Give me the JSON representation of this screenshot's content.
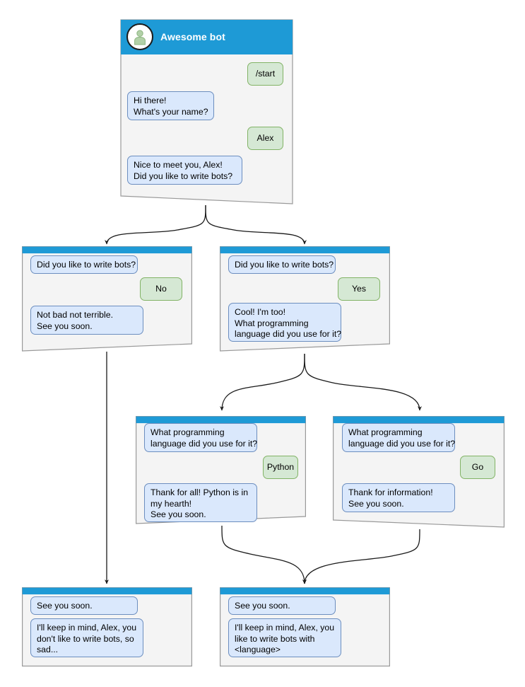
{
  "diagram": {
    "title": "Awesome bot chatbot conversation flow",
    "colors": {
      "titlebar": "#1e9ad6",
      "node_body": "#f4f4f4",
      "node_border": "#999999",
      "bot_bubble_fill": "#dae8fc",
      "bot_bubble_border": "#6c8ebf",
      "user_bubble_fill": "#d5e8d4",
      "user_bubble_border": "#82b366",
      "edge": "#1a1a1a",
      "avatar_person": "#b2d1a8",
      "title_text": "#ffffff"
    }
  },
  "nodes": [
    {
      "id": "root",
      "name": "node-root",
      "header": {
        "title": "Awesome bot",
        "avatar_icon": "person-avatar-icon",
        "has_avatar": true
      },
      "messages": [
        {
          "role": "user",
          "text": "/start"
        },
        {
          "role": "bot",
          "text": "Hi there!\nWhat's your name?"
        },
        {
          "role": "user",
          "text": "Alex"
        },
        {
          "role": "bot",
          "text": "Nice to meet you, Alex!\nDid you like to write bots?"
        }
      ]
    },
    {
      "id": "no-branch",
      "name": "node-no-branch",
      "header": {
        "title": "",
        "has_avatar": false
      },
      "messages": [
        {
          "role": "bot",
          "text": "Did you like to write bots?"
        },
        {
          "role": "user",
          "text": "No"
        },
        {
          "role": "bot",
          "text": "Not bad not terrible.\nSee you soon."
        }
      ]
    },
    {
      "id": "yes-branch",
      "name": "node-yes-branch",
      "header": {
        "title": "",
        "has_avatar": false
      },
      "messages": [
        {
          "role": "bot",
          "text": "Did you like to write bots?"
        },
        {
          "role": "user",
          "text": "Yes"
        },
        {
          "role": "bot",
          "text": "Cool! I'm too!\nWhat programming\nlanguage did you use for it?"
        }
      ]
    },
    {
      "id": "python-branch",
      "name": "node-python-branch",
      "header": {
        "title": "",
        "has_avatar": false
      },
      "messages": [
        {
          "role": "bot",
          "text": "What programming\nlanguage did you use for it?"
        },
        {
          "role": "user",
          "text": "Python"
        },
        {
          "role": "bot",
          "text": "Thank for all! Python is in\nmy hearth!\nSee you soon."
        }
      ]
    },
    {
      "id": "go-branch",
      "name": "node-go-branch",
      "header": {
        "title": "",
        "has_avatar": false
      },
      "messages": [
        {
          "role": "bot",
          "text": "What programming\nlanguage did you use for it?"
        },
        {
          "role": "user",
          "text": "Go"
        },
        {
          "role": "bot",
          "text": "Thank for information!\nSee you soon."
        }
      ]
    },
    {
      "id": "end-sad",
      "name": "node-end-sad",
      "header": {
        "title": "",
        "has_avatar": false
      },
      "messages": [
        {
          "role": "bot",
          "text": "See you soon."
        },
        {
          "role": "bot",
          "text": "I'll keep in mind, Alex, you\ndon't like to write bots, so\nsad..."
        }
      ]
    },
    {
      "id": "end-happy",
      "name": "node-end-happy",
      "header": {
        "title": "",
        "has_avatar": false
      },
      "messages": [
        {
          "role": "bot",
          "text": "See you soon."
        },
        {
          "role": "bot",
          "text": "I'll keep in mind, Alex, you\nlike to write bots with\n<language>"
        }
      ]
    }
  ]
}
